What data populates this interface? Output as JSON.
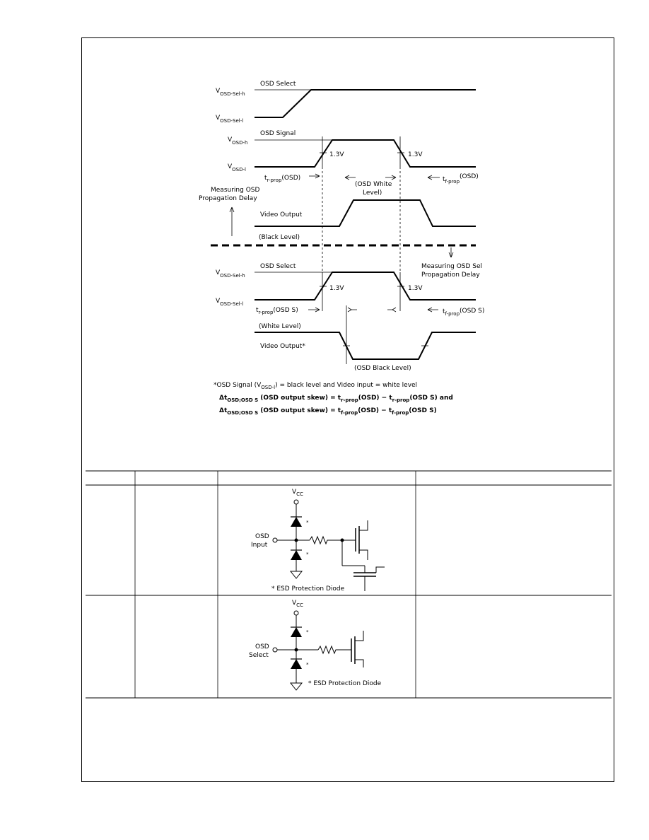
{
  "timing_diagram": {
    "panel1": {
      "osd_select_title": "OSD Select",
      "v_osd_sel_h": "V",
      "v_osd_sel_h_sub": "OSD-Sel-h",
      "v_osd_sel_l": "V",
      "v_osd_sel_l_sub": "OSD-Sel-l",
      "osd_signal_title": "OSD Signal",
      "v_osd_h": "V",
      "v_osd_h_sub": "OSD-h",
      "v_osd_l": "V",
      "v_osd_l_sub": "OSD-l",
      "threshold_left": "1.3V",
      "threshold_right": "1.3V",
      "tr_prop_t": "t",
      "tr_prop_sub": "r-prop",
      "tr_prop_paren": "(OSD)",
      "tf_prop_t": "t",
      "tf_prop_sub": "f-prop",
      "tf_prop_paren": "(OSD)",
      "osd_white_level_1": "(OSD White",
      "osd_white_level_2": "Level)",
      "measuring_1": "Measuring OSD",
      "measuring_2": "Propagation Delay",
      "video_output": "Video Output",
      "black_level": "(Black Level)"
    },
    "panel2": {
      "measuring_sel_1": "Measuring OSD Sel",
      "measuring_sel_2": "Propagation Delay",
      "osd_select_title": "OSD Select",
      "v_osd_sel_h": "V",
      "v_osd_sel_h_sub": "OSD-Sel-h",
      "v_osd_sel_l": "V",
      "v_osd_sel_l_sub": "OSD-Sel-l",
      "threshold_left": "1.3V",
      "threshold_right": "1.3V",
      "tr_prop_t": "t",
      "tr_prop_sub": "r-prop",
      "tr_prop_paren": "(OSD S)",
      "tf_prop_t": "t",
      "tf_prop_sub": "f-prop",
      "tf_prop_paren": "(OSD S)",
      "white_level": "(White Level)",
      "video_output": "Video Output*",
      "osd_black_level": "(OSD Black Level)"
    },
    "notes": {
      "note1_a": "*OSD Signal (V",
      "note1_sub": "OSD-l",
      "note1_b": ") = black level and Video input = white level",
      "note2_a": "Δt",
      "note2_sub": "OSD;OSD S",
      "note2_b": " (OSD output skew) = t",
      "note2_sub2": "r-prop",
      "note2_c": "(OSD) − t",
      "note2_sub3": "r-prop",
      "note2_d": "(OSD S) and",
      "note3_a": "Δt",
      "note3_sub": "OSD;OSD S",
      "note3_b": " (OSD output skew) = t",
      "note3_sub2": "f-prop",
      "note3_c": "(OSD) − t",
      "note3_sub3": "f-prop",
      "note3_d": "(OSD S)"
    }
  },
  "pin_table": {
    "headers": [
      "",
      "",
      "",
      ""
    ],
    "rows": [
      {
        "col1": "",
        "col2": "",
        "circuit": {
          "vcc": "V",
          "vcc_sub": "CC",
          "input_label_1": "OSD",
          "input_label_2": "Input",
          "star_top": "*",
          "star_bottom": "*",
          "esd_note": "* ESD Protection Diode"
        },
        "col4": ""
      },
      {
        "col1": "",
        "col2": "",
        "circuit": {
          "vcc": "V",
          "vcc_sub": "CC",
          "input_label_1": "OSD",
          "input_label_2": "Select",
          "star_top": "*",
          "star_bottom": "*",
          "esd_note": "* ESD Protection Diode"
        },
        "col4": ""
      }
    ]
  }
}
